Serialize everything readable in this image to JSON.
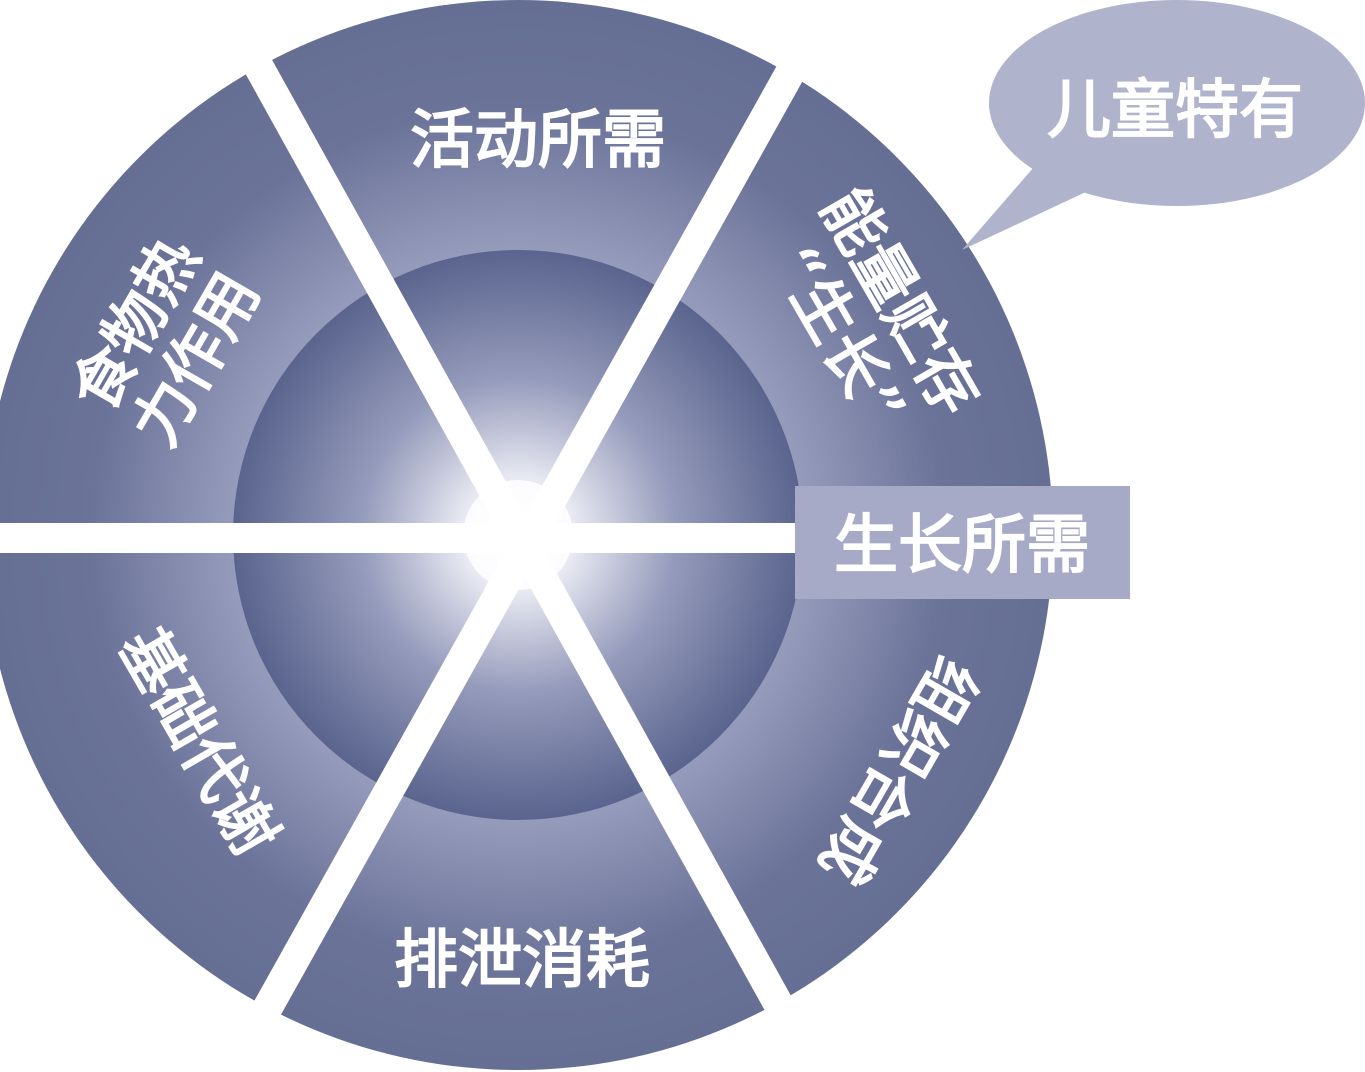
{
  "wheel": {
    "segments": [
      {
        "id": "activity",
        "label": "活动所需"
      },
      {
        "id": "storage",
        "line1": "能量贮存",
        "line2": "“生长”"
      },
      {
        "id": "synthesis",
        "label": "组织合成"
      },
      {
        "id": "excretion",
        "label": "排泄消耗"
      },
      {
        "id": "bmr",
        "label": "基础代谢"
      },
      {
        "id": "tef",
        "line1": "食物热",
        "line2": "力作用"
      }
    ],
    "growth_label": "生长所需",
    "callout_label": "儿童特有"
  },
  "colors": {
    "ring": "#666f95",
    "ring_light": "#c9cce0",
    "inner": "#5b6590",
    "growth_box": "#a6aac6",
    "callout": "#b0b3cc"
  }
}
